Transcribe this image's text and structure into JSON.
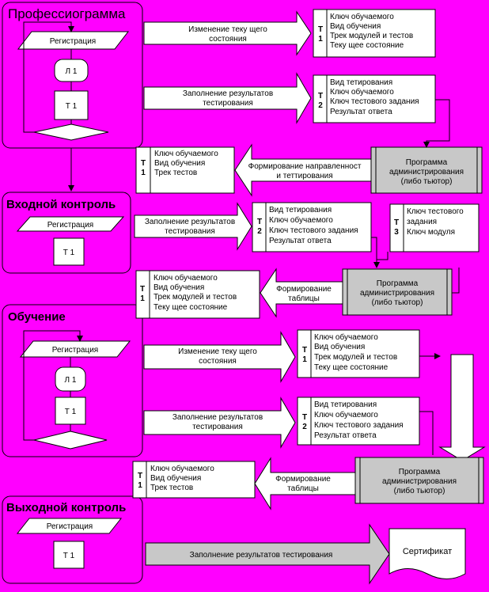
{
  "sections": {
    "prof": "Профессиограмма",
    "input": "Входной контроль",
    "learn": "Обучение",
    "output": "Выходной контроль"
  },
  "shapes": {
    "registration": "Регистрация",
    "l1": "Л 1",
    "t1": "Т 1"
  },
  "arrows": {
    "a1": [
      "Изменение теку щего",
      "состояния"
    ],
    "a2": [
      "Заполнение результатов",
      "тестирования"
    ],
    "a3": [
      "Формирование направленност",
      "и теттирования"
    ],
    "a4": [
      "Заполнение результатов",
      "тестирования"
    ],
    "a5": [
      "Формирование",
      "таблицы"
    ],
    "a6": [
      "Изменение теку щего",
      "состояния"
    ],
    "a7": [
      "Заполнение результатов",
      "тестирования"
    ],
    "a8": [
      "Формирование",
      "таблицы"
    ],
    "a9": [
      "Заполнение результатов  тестирования"
    ]
  },
  "tables": {
    "tab1": {
      "id": [
        "Т",
        "1"
      ],
      "rows": [
        "Ключ обучаемого",
        "Вид обучения",
        "Трек модулей  и тестов",
        "Теку щее состояние"
      ]
    },
    "tab2": {
      "id": [
        "Т",
        "2"
      ],
      "rows": [
        "Вид тетирования",
        "Ключ обучаемого",
        "Ключ тестового задания",
        "Результат ответа"
      ]
    },
    "tab3": {
      "id": [
        "Т",
        "1"
      ],
      "rows": [
        "Ключ обучаемого",
        "Вид обучения",
        "Трек   тестов"
      ]
    },
    "tab4": {
      "id": [
        "Т",
        "2"
      ],
      "rows": [
        "Вид тетирования",
        "Ключ обучаемого",
        "Ключ тестового задания",
        "Результат ответа"
      ]
    },
    "tab5": {
      "id": [
        "Т",
        "3"
      ],
      "rows": [
        "Ключ тестового",
        "задания",
        "Ключ модуля"
      ]
    },
    "tab6": {
      "id": [
        "Т",
        "1"
      ],
      "rows": [
        "Ключ обучаемого",
        "Вид обучения",
        "Трек модулей  и тестов",
        "Теку щее состояние"
      ]
    },
    "tab7": {
      "id": [
        "Т",
        "1"
      ],
      "rows": [
        "Ключ обучаемого",
        "Вид обучения",
        "Трек модулей  и тестов",
        "Теку щее состояние"
      ]
    },
    "tab8": {
      "id": [
        "Т",
        "2"
      ],
      "rows": [
        "Вид тетирования",
        "Ключ обучаемого",
        "Ключ тестового задания",
        "Результат ответа"
      ]
    },
    "tab9": {
      "id": [
        "Т",
        "1"
      ],
      "rows": [
        "Ключ обучаемого",
        "Вид обучения",
        "Трек   тестов"
      ]
    }
  },
  "programs": {
    "p1": [
      "Программа",
      "администрирования",
      "(либо тьютор)"
    ],
    "p2": [
      "Программа",
      "администрирования",
      "(либо тьютор)"
    ],
    "p3": [
      "Программа",
      "администрирования",
      "(либо тьютор)"
    ]
  },
  "certificate": "Сертификат",
  "colors": {
    "background": "#FF00FF",
    "box": "#FFFFFF",
    "program_box": "#C8C8C8",
    "line": "#000000"
  }
}
